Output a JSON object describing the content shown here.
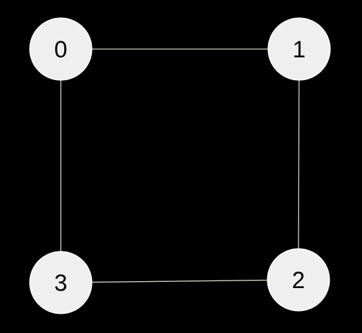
{
  "colors": {
    "background": "#000000",
    "node_fill": "#efefef",
    "node_stroke": "#ffffff",
    "edge": "#d6d3c4",
    "label": "#000000"
  },
  "graph": {
    "type": "undirected",
    "nodes": [
      {
        "id": "0",
        "label": "0"
      },
      {
        "id": "1",
        "label": "1"
      },
      {
        "id": "2",
        "label": "2"
      },
      {
        "id": "3",
        "label": "3"
      }
    ],
    "edges": [
      {
        "from": "0",
        "to": "1"
      },
      {
        "from": "1",
        "to": "2"
      },
      {
        "from": "2",
        "to": "3"
      },
      {
        "from": "3",
        "to": "0"
      }
    ]
  }
}
